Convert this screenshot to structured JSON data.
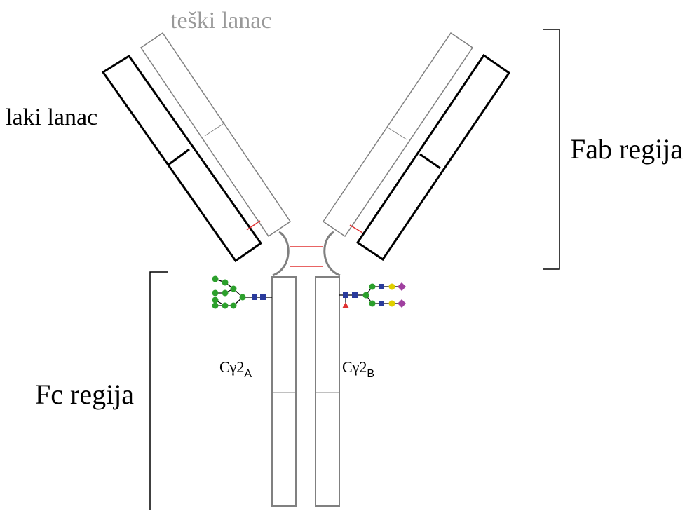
{
  "labels": {
    "heavy_chain": "teški lanac",
    "light_chain": "laki lanac",
    "fab_region": "Fab regija",
    "fc_region": "Fc regija",
    "cgamma2_a_main": "Cγ2",
    "cgamma2_a_sub": "A",
    "cgamma2_b_main": "Cγ2",
    "cgamma2_b_sub": "B"
  },
  "colors": {
    "heavy_chain": "#808080",
    "light_chain": "#000000",
    "disulfide_bond": "#e03030",
    "glycan_mannose": "#2ca02c",
    "glycan_glcnac": "#2a3b9c",
    "glycan_galactose": "#e0d000",
    "glycan_sialic_acid": "#a040a0",
    "glycan_fucose": "#e03030"
  }
}
